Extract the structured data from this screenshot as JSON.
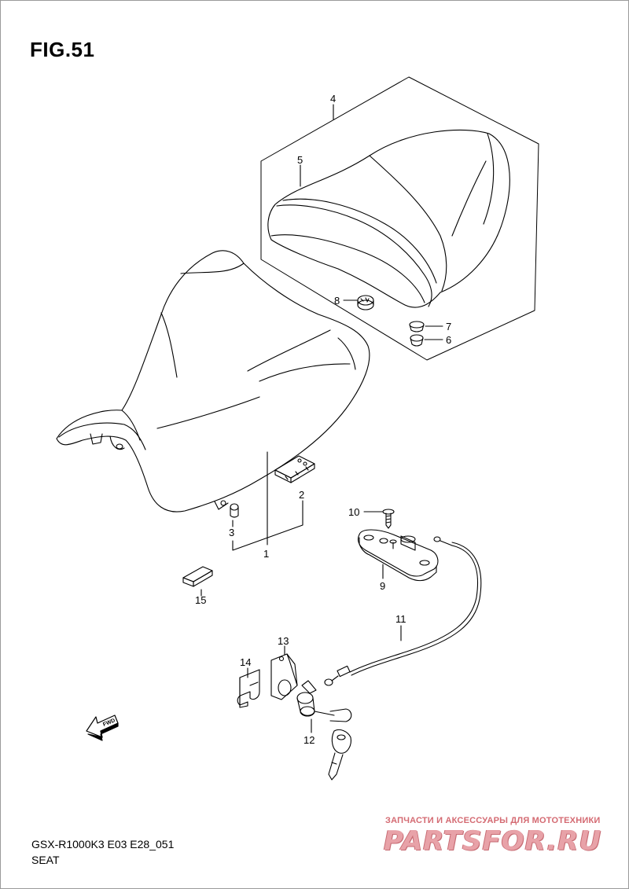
{
  "figure": {
    "title": "FIG.51"
  },
  "callouts": {
    "c1": "1",
    "c2": "2",
    "c3": "3",
    "c4": "4",
    "c5": "5",
    "c6": "6",
    "c7": "7",
    "c8": "8",
    "c9": "9",
    "c10": "10",
    "c11": "11",
    "c12": "12",
    "c13": "13",
    "c14": "14",
    "c15": "15"
  },
  "fwd_arrow": {
    "label": "FWD",
    "icon": "fwd-arrow-icon"
  },
  "footer": {
    "model_code": "GSX-R1000K3 E03 E28_051",
    "model_name": "SEAT"
  },
  "watermark": {
    "subtitle": "ЗАПЧАСТИ И АКСЕССУАРЫ ДЛЯ МОТОТЕХНИКИ",
    "brand": "PARTSFOR.RU",
    "color": "#e8a2a8"
  }
}
